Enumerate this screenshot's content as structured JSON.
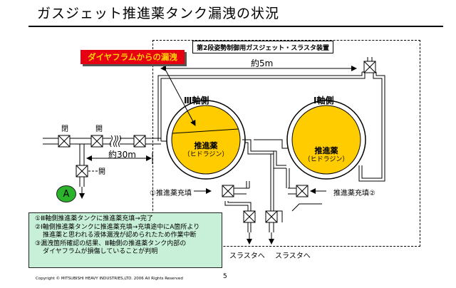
{
  "title": "ガスジェット推進薬タンク漏洩の状況",
  "apparatus_title": "第2段姿勢制御用ガスジェット・スラスタ装置",
  "leak_banner": "ダイヤフラムからの漏洩",
  "labels": {
    "about_5m": "約5m",
    "about_30m": "約30m",
    "closed": "閉",
    "open_1": "開",
    "open_2": "開",
    "axis_3": "Ⅲ軸側",
    "axis_1": "Ⅰ軸側",
    "fill_1": "①推進薬充填",
    "fill_2": "推進薬充填②",
    "to_thruster_1": "スラスタへ",
    "to_thruster_2": "スラスタへ"
  },
  "tanks": {
    "left": {
      "name": "推進薬",
      "sub": "（ヒドラジン）"
    },
    "right": {
      "name": "推進薬",
      "sub": "（ヒドラジン）"
    }
  },
  "marker_a": "A",
  "notes": [
    "①Ⅲ軸側推進薬タンクに推進薬充填→完了",
    "②Ⅰ軸側推進薬タンクに推進薬充填→充填途中にA箇所より",
    "推進薬と思われる液体漏洩が認められたため作業中断",
    "③漏洩箇所確認の結果、Ⅲ軸側の推進薬タンク内部の",
    "ダイヤフラムが損傷していることが判明"
  ],
  "copyright": "Copyright © MITSUBISHI HEAVY INDUSTRIES,LTD. 2006 All Rights Reserved",
  "page_number": "5",
  "colors": {
    "tank_fill": "#ffcc00",
    "banner_bg": "#e60012",
    "banner_text": "#ffd400",
    "notes_bg": "#c8f0d8",
    "marker_a": "#2bb32b"
  }
}
